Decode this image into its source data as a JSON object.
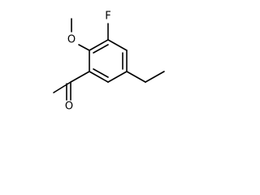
{
  "molecule": {
    "atoms": {
      "oxygen_ketone": "O",
      "oxygen_methoxy": "O",
      "fluorine": "F"
    }
  }
}
